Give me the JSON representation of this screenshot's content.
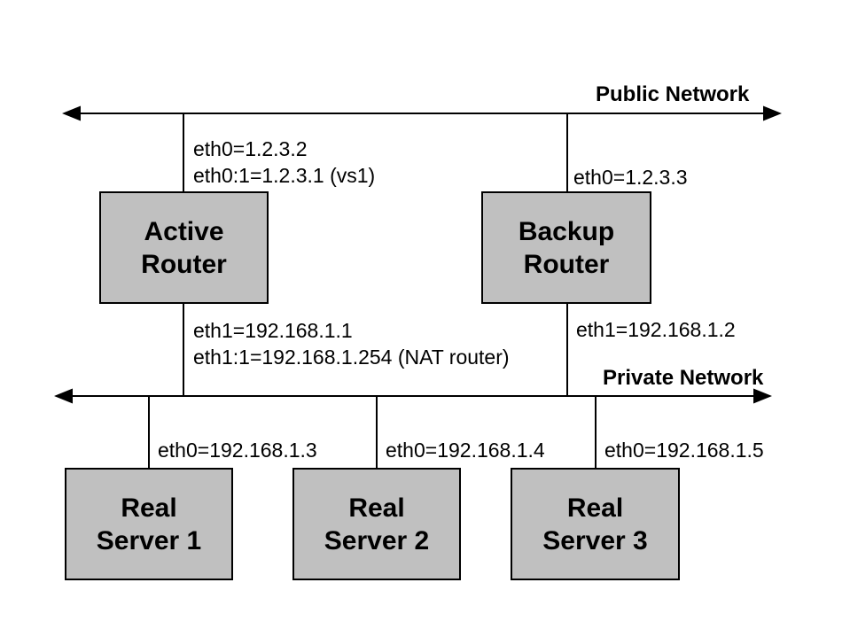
{
  "network_labels": {
    "public": "Public Network",
    "private": "Private Network"
  },
  "nodes": {
    "active_router": {
      "line1": "Active",
      "line2": "Router"
    },
    "backup_router": {
      "line1": "Backup",
      "line2": "Router"
    },
    "real_server_1": {
      "line1": "Real",
      "line2": "Server 1"
    },
    "real_server_2": {
      "line1": "Real",
      "line2": "Server 2"
    },
    "real_server_3": {
      "line1": "Real",
      "line2": "Server 3"
    }
  },
  "interface_labels": {
    "active_router_eth0": "eth0=1.2.3.2",
    "active_router_eth0_alias": "eth0:1=1.2.3.1 (vs1)",
    "backup_router_eth0": "eth0=1.2.3.3",
    "active_router_eth1": "eth1=192.168.1.1",
    "active_router_eth1_alias": "eth1:1=192.168.1.254 (NAT router)",
    "backup_router_eth1": "eth1=192.168.1.2",
    "real_server_1_eth0": "eth0=192.168.1.3",
    "real_server_2_eth0": "eth0=192.168.1.4",
    "real_server_3_eth0": "eth0=192.168.1.5"
  },
  "colors": {
    "node_fill": "#c0c0c0",
    "node_border": "#000000",
    "wire": "#000000",
    "text": "#000000",
    "background": "#ffffff"
  }
}
